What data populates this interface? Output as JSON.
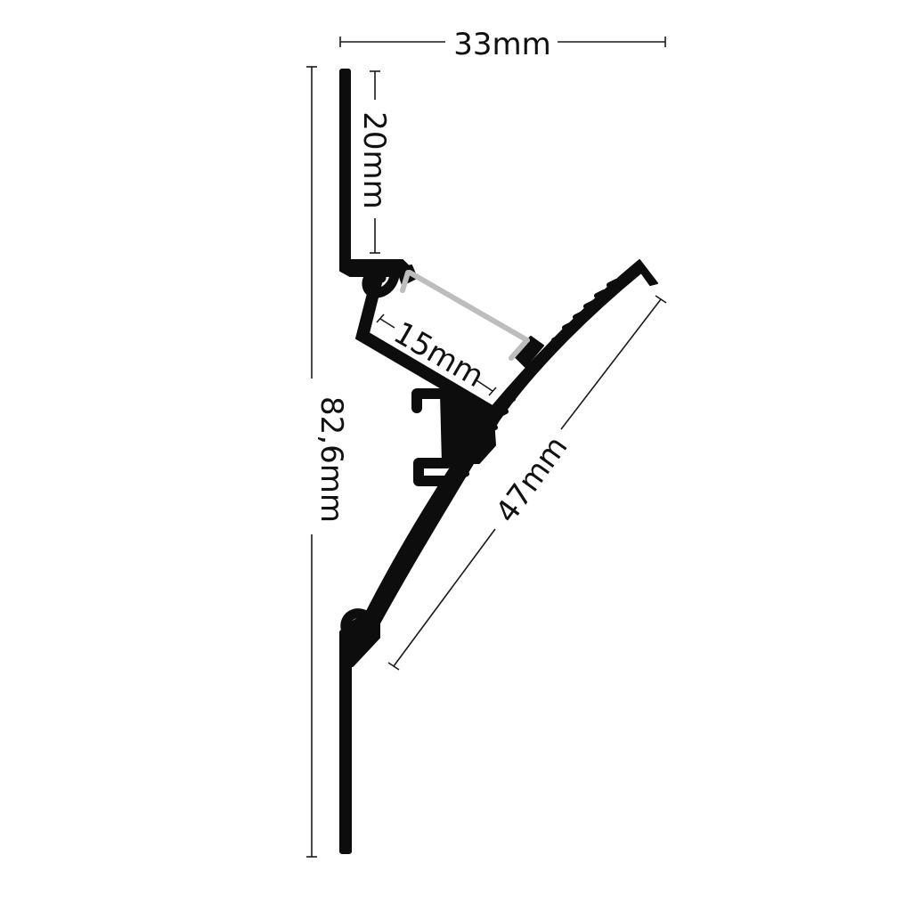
{
  "drawing": {
    "dimensions": {
      "total_width": "33mm",
      "top_flange": "20mm",
      "total_height": "82,6mm",
      "channel_width": "15mm",
      "diffuser_face": "47mm"
    },
    "colors": {
      "profile": "#0d0d0d",
      "diffuser": "#bdbdbd",
      "dimension": "#1a1a1a",
      "background": "#ffffff"
    }
  }
}
